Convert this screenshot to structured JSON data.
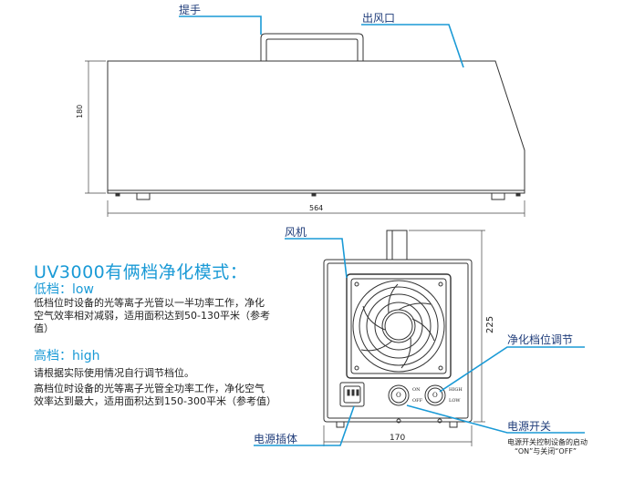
{
  "labels": {
    "handle": "提手",
    "air_outlet": "出风口",
    "fan": "风机",
    "purify_adjust": "净化档位调节",
    "power_switch": "电源开关",
    "power_socket": "电源插体",
    "switch_note_line1": "电源开关控制设备的启动",
    "switch_note_line2": "“ON”与关闭“OFF”"
  },
  "dimensions": {
    "side_height": "180",
    "side_width": "564",
    "front_height": "225",
    "front_width": "170"
  },
  "panel": {
    "on": "ON",
    "off": "OFF",
    "high": "HIGH",
    "low": "LOW",
    "switch_glyph": "O"
  },
  "description": {
    "title": "UV3000有俩档净化模式：",
    "low_title": "低档：low",
    "low_text": "低档位时设备的光等离子光管以一半功率工作，净化空气效率相对减弱，适用面积达到50-130平米（参考值）",
    "high_title": "高档：high",
    "high_text1": "请根据实际使用情况自行调节档位。",
    "high_text2": "高档位时设备的光等离子光管全功率工作，净化空气效率达到最大，适用面积达到150-300平米（参考值）"
  },
  "colors": {
    "accent": "#1a9ad6",
    "outline": "#333333",
    "callout_text": "#1f3c7a"
  }
}
